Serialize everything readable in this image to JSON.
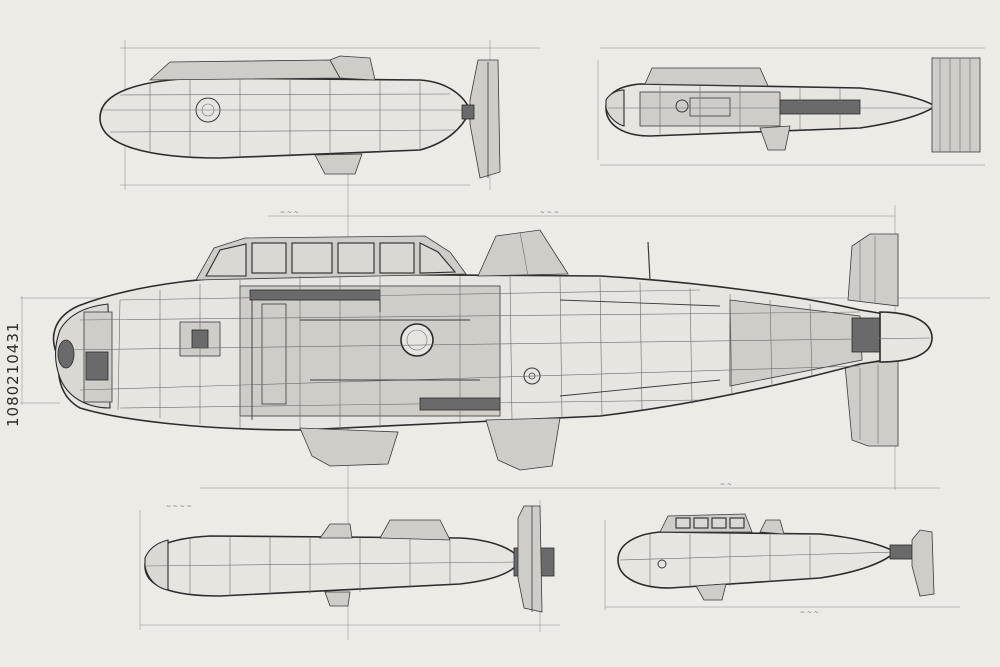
{
  "sheet": {
    "stock_id": "1080210431",
    "paper_color": "#ecebe6",
    "ink_color": "#2c2c2c"
  },
  "views": [
    {
      "name": "top-left-side-view"
    },
    {
      "name": "top-right-section-view"
    },
    {
      "name": "main-cutaway-view"
    },
    {
      "name": "bottom-left-side-view"
    },
    {
      "name": "bottom-right-side-view"
    }
  ]
}
